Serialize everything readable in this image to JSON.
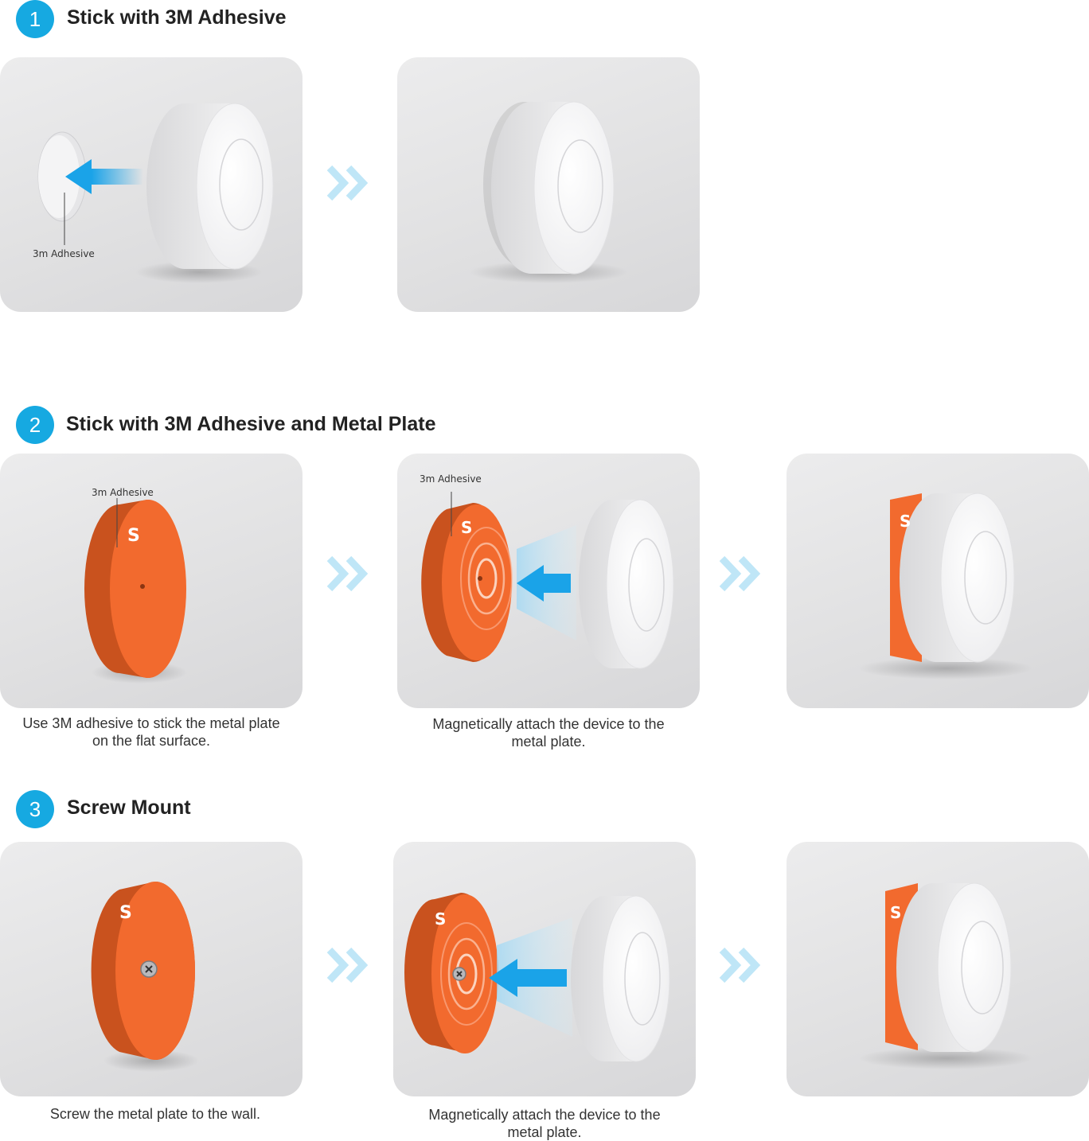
{
  "sections": [
    {
      "number": "1",
      "title": "Stick with 3M Adhesive"
    },
    {
      "number": "2",
      "title": "Stick with 3M Adhesive and Metal Plate"
    },
    {
      "number": "3",
      "title": "Screw Mount"
    }
  ],
  "labels": {
    "adhesive_1": "3m Adhesive",
    "adhesive_2a": "3m Adhesive",
    "adhesive_2b": "3m Adhesive"
  },
  "captions": {
    "s2_step1": "Use 3M adhesive to stick the metal plate on the flat surface.",
    "s2_step2": "Magnetically attach the device to the metal plate.",
    "s3_step1": "Screw the metal plate to the wall.",
    "s3_step2": "Magnetically attach the device to the metal plate."
  },
  "colors": {
    "badge": "#16a9e1",
    "plate": "#f26a2e",
    "arrow": "#1aa3e8",
    "chevron": "#bfe6f7"
  },
  "icons": {
    "step_arrow": "double-chevron-right-icon",
    "motion_arrow": "arrow-left-icon"
  }
}
